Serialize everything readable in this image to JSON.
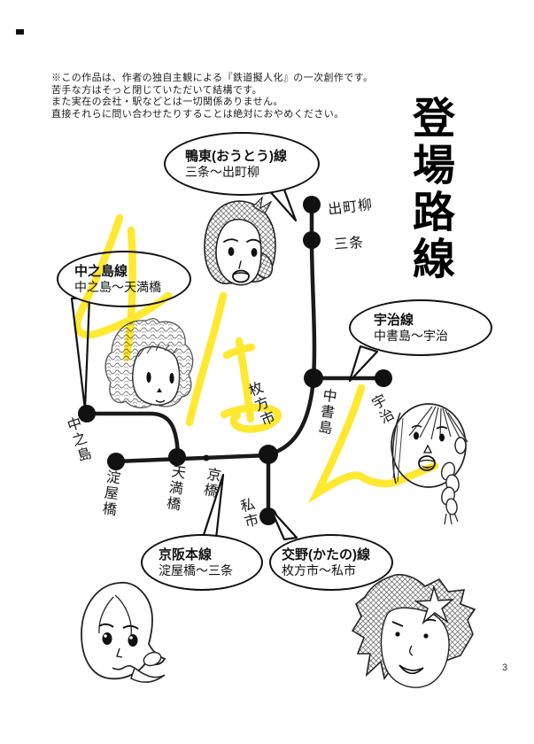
{
  "title": "登場路線",
  "disclaimer": {
    "lines": [
      "※この作品は、作者の独自主観による『鉄道擬人化』の一次創作です。",
      "苦手な方はそっと閉じていただいて結構です。",
      "また実在の会社・駅などとは一切関係ありません。",
      "直接それらに問い合わせたりすることは絶対におやめください。"
    ]
  },
  "watermark": {
    "text": "みほん",
    "color": "#FFE61E"
  },
  "bubbles": [
    {
      "name": "鴨東(おうとう)線",
      "route": "三条〜出町柳"
    },
    {
      "name": "中之島線",
      "route": "中之島〜天満橋"
    },
    {
      "name": "宇治線",
      "route": "中書島〜宇治"
    },
    {
      "name": "京阪本線",
      "route": "淀屋橋〜三条"
    },
    {
      "name": "交野(かたの)線",
      "route": "枚方市〜私市"
    }
  ],
  "stations": [
    "出町柳",
    "三条",
    "中書島",
    "宇治",
    "枚方市",
    "中之島",
    "淀屋橋",
    "天満橋",
    "京橋",
    "私市"
  ],
  "map": {
    "line_color": "#1a1a1a"
  },
  "page": {
    "number": "3"
  }
}
